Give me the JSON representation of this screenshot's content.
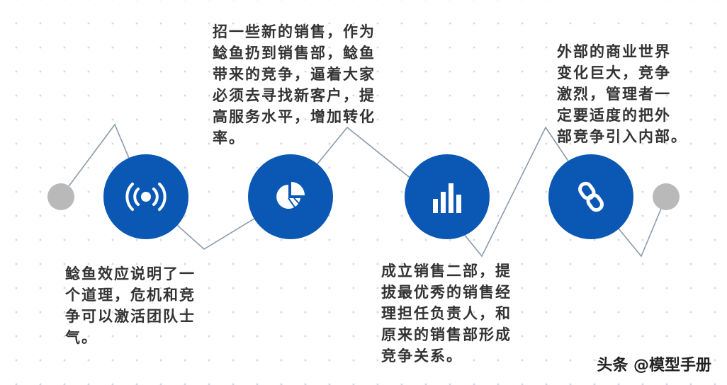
{
  "steps": [
    {
      "icon": "broadcast-icon",
      "text": "鲶鱼效应说明了一\n个道理，危机和竞\n争可以激活团队士\n气。"
    },
    {
      "icon": "pie-chart-icon",
      "text": "招一些新的销售，作为\n鲶鱼扔到销售部，鲶鱼\n带来的竞争，逼着大家\n必须去寻找新客户，提\n高服务水平，增加转化\n率。"
    },
    {
      "icon": "bar-chart-icon",
      "text": "成立销售二部，提\n拔最优秀的销售经\n理担任负责人，和\n原来的销售部形成\n竞争关系。"
    },
    {
      "icon": "link-icon",
      "text": "外部的商业世界\n变化巨大，竞争\n激烈，管理者一\n定要适度的把外\n部竞争引入内部。"
    }
  ],
  "watermark": "头条 @模型手册",
  "colors": {
    "circle": "#0a58b4",
    "line": "#8a9aab",
    "endpoint": "#b9b9b9",
    "text": "#333333"
  }
}
